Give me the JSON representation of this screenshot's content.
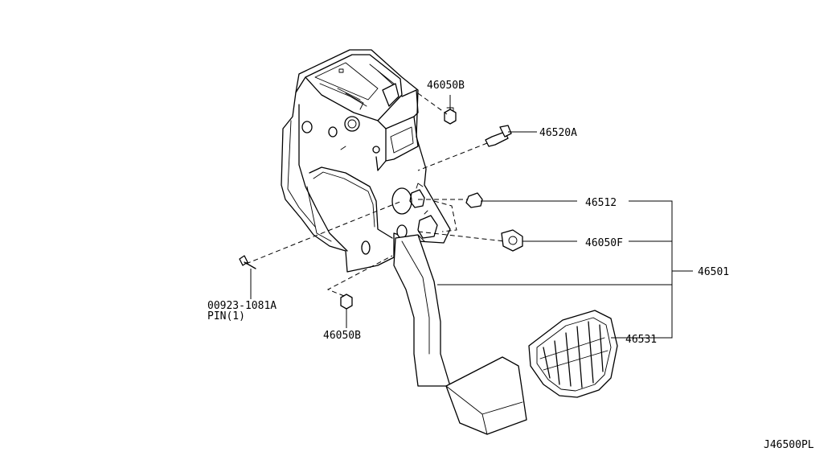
{
  "labels": {
    "p46050b_top": "46050B",
    "p46520a": "46520A",
    "p46512": "46512",
    "p46050f": "46050F",
    "p46501": "46501",
    "p46531": "46531",
    "p00923": "00923-1081A",
    "pin": "PIN(1)",
    "p46050b_bottom": "46050B",
    "drawing_id": "J46500PL"
  }
}
